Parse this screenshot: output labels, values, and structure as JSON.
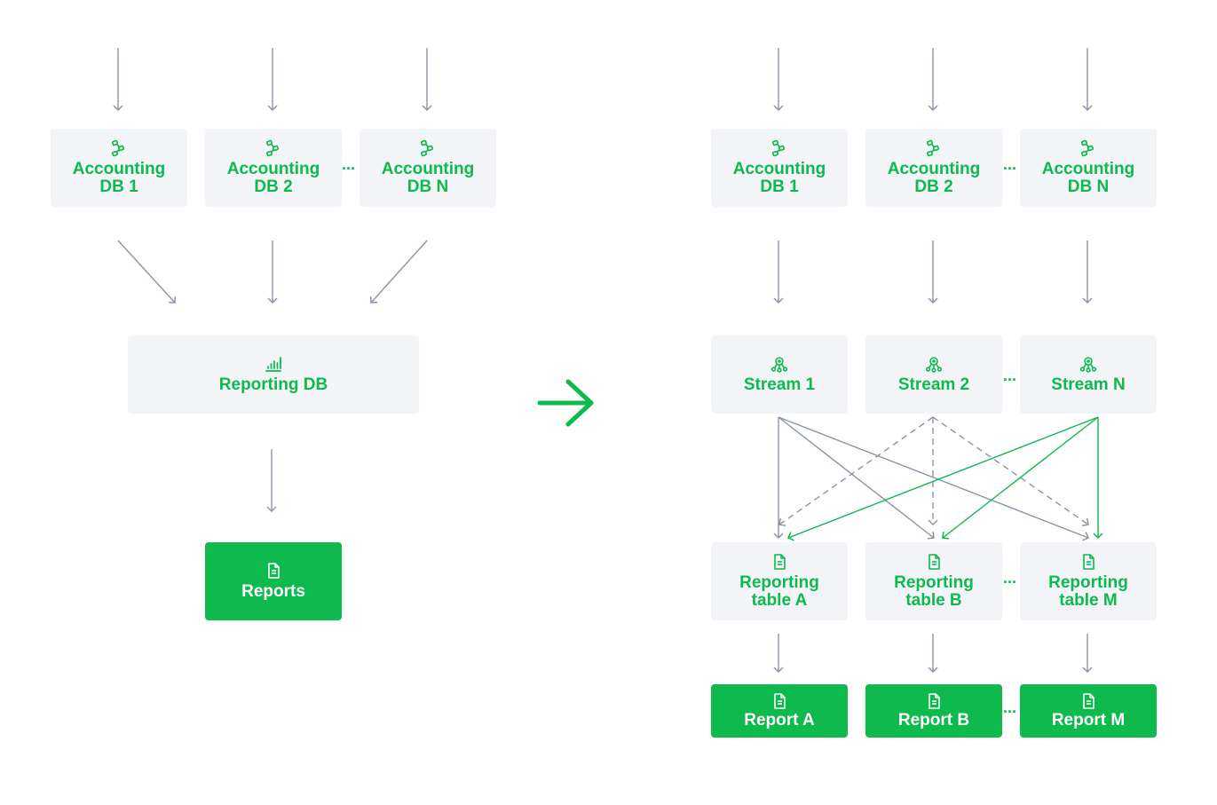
{
  "colors": {
    "accent": "#0dba4b",
    "box_bg": "#f2f4f7",
    "arrow": "#8a94a6",
    "text_on_accent": "#ffffff"
  },
  "left": {
    "sources": [
      {
        "label": "Accounting\nDB 1",
        "icon": "database-flow-icon"
      },
      {
        "label": "Accounting\nDB 2",
        "icon": "database-flow-icon"
      },
      {
        "label": "Accounting\nDB N",
        "icon": "database-flow-icon"
      }
    ],
    "ellipsis": "...",
    "reporting_db": {
      "label": "Reporting DB",
      "icon": "bar-chart-icon"
    },
    "reports": {
      "label": "Reports",
      "icon": "document-icon"
    }
  },
  "transition_icon": "arrow-right-icon",
  "right": {
    "sources": [
      {
        "label": "Accounting\nDB 1",
        "icon": "database-flow-icon"
      },
      {
        "label": "Accounting\nDB 2",
        "icon": "database-flow-icon"
      },
      {
        "label": "Accounting\nDB N",
        "icon": "database-flow-icon"
      }
    ],
    "streams": [
      {
        "label": "Stream 1",
        "icon": "stream-icon"
      },
      {
        "label": "Stream 2",
        "icon": "stream-icon"
      },
      {
        "label": "Stream N",
        "icon": "stream-icon"
      }
    ],
    "tables": [
      {
        "label": "Reporting\ntable A",
        "icon": "document-icon"
      },
      {
        "label": "Reporting\ntable B",
        "icon": "document-icon"
      },
      {
        "label": "Reporting\ntable M",
        "icon": "document-icon"
      }
    ],
    "reports": [
      {
        "label": "Report A",
        "icon": "document-icon"
      },
      {
        "label": "Report B",
        "icon": "document-icon"
      },
      {
        "label": "Report M",
        "icon": "document-icon"
      }
    ],
    "ellipsis": "..."
  }
}
